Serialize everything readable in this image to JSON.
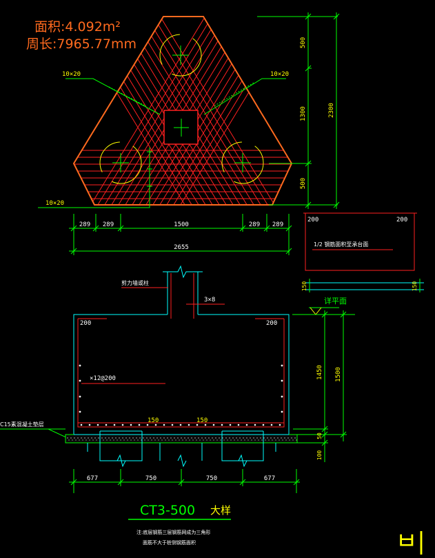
{
  "header": {
    "area_text": "面积:4.092m²",
    "perimeter_text": "周长:7965.77mm"
  },
  "plan": {
    "rebar_note_left": "10×20",
    "rebar_note_right": "10×20",
    "rebar_note_bottom": "10×20",
    "dims_vertical": [
      "500",
      "1300",
      "500"
    ],
    "dim_vertical_total": "2300",
    "dims_horizontal": [
      "289",
      "289",
      "1500",
      "289",
      "289"
    ],
    "dim_horizontal_total": "2655"
  },
  "detail_box": {
    "dim_left": "200",
    "dim_right": "200",
    "note": "1/2 钢筋面积至承台面",
    "side_left": "150",
    "side_right": "150"
  },
  "section": {
    "label_column": "剪力墙或柱",
    "label_rebar_top": "3×8",
    "label_mesh": "×12@200",
    "label_level": "详平面",
    "dim_top_left": "200",
    "dim_top_right": "200",
    "dim_bottom_left": "150",
    "dim_bottom_right": "150",
    "label_cushion": "C15素混凝土垫层",
    "dims_right": [
      "1450",
      "50",
      "100"
    ],
    "dim_right_total": "1500",
    "dims_bottom": [
      "677",
      "750",
      "750",
      "677"
    ]
  },
  "title": {
    "code": "CT3-500",
    "suffix": "大样",
    "note_line1": "注:底层钢筋三层钢筋网成为三角形",
    "note_line2": "面筋不大于桩侧钢筋面积"
  },
  "corner_glyph": "ㅂ|",
  "colors": {
    "red": "#ff2020",
    "green": "#00ff00",
    "cyan": "#00ffff",
    "yellow": "#ffff00",
    "orange": "#ff6a1e",
    "white": "#ffffff"
  }
}
